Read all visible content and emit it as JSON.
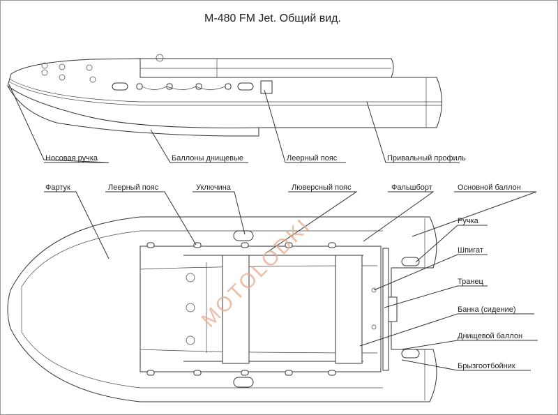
{
  "title": "M-480 FM Jet. Общий вид.",
  "side_view": {
    "labels": [
      "Носовая ручка",
      "Баллоны днищевые",
      "Леерный пояс",
      "Привальный профиль"
    ]
  },
  "top_view": {
    "top_labels": [
      "Фартук",
      "Леерный пояс",
      "Уключина",
      "Люверсный пояс",
      "Фальшборт",
      "Основной баллон"
    ],
    "right_labels": [
      "Ручка",
      "Шпигат",
      "Транец",
      "Банка (сидение)",
      "Днищевой баллон",
      "Брызгоотбойник"
    ]
  },
  "watermark": "MOTOLODKI"
}
